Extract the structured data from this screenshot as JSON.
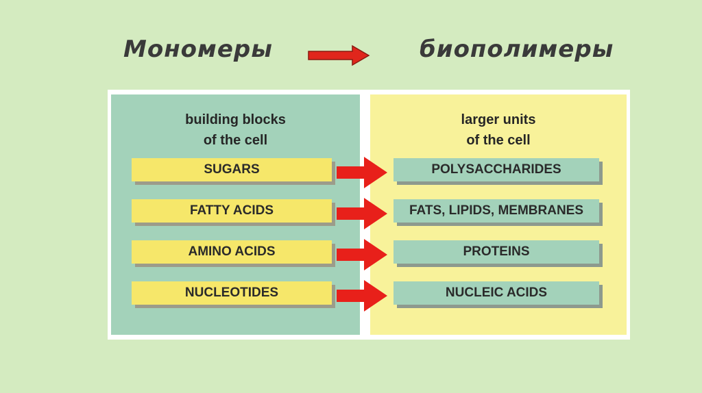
{
  "title": {
    "left": "Мономеры",
    "right": "биополимеры",
    "arrow_color": "#e0261c"
  },
  "diagram": {
    "left_heading": [
      "building blocks",
      "of the cell"
    ],
    "right_heading": [
      "larger units",
      "of the cell"
    ],
    "rows": [
      {
        "monomer": "SUGARS",
        "polymer": "POLYSACCHARIDES"
      },
      {
        "monomer": "FATTY ACIDS",
        "polymer": "FATS, LIPIDS, MEMBRANES"
      },
      {
        "monomer": "AMINO ACIDS",
        "polymer": "PROTEINS"
      },
      {
        "monomer": "NUCLEOTIDES",
        "polymer": "NUCLEIC ACIDS"
      }
    ],
    "colors": {
      "left_panel": "#a3d2ba",
      "right_panel": "#f8f29a",
      "monomer_box": "#f6e76a",
      "polymer_box": "#a3d2ba",
      "arrow": "#e8201a"
    }
  }
}
